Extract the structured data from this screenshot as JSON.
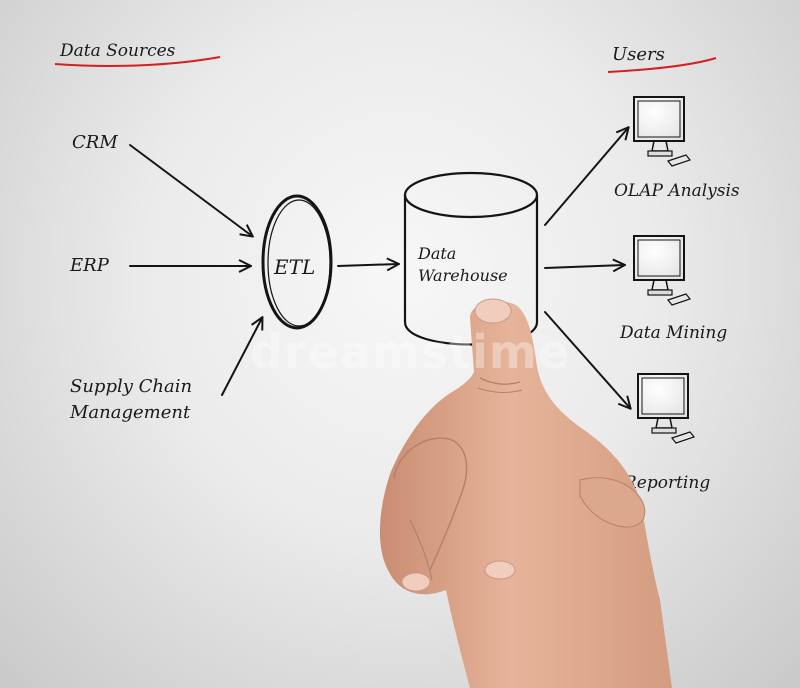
{
  "diagram": {
    "headings": {
      "data_sources": "Data Sources",
      "users": "Users"
    },
    "sources": {
      "crm": "CRM",
      "erp": "ERP",
      "scm_line1": "Supply Chain",
      "scm_line2": "Management"
    },
    "etl": "ETL",
    "warehouse": {
      "line1": "Data",
      "line2": "Warehouse"
    },
    "outputs": {
      "olap": "OLAP Analysis",
      "mining": "Data Mining",
      "reporting": "Reporting"
    },
    "underline_color": "#d42020",
    "ink_color": "#141414"
  },
  "watermark": "dreamstime"
}
